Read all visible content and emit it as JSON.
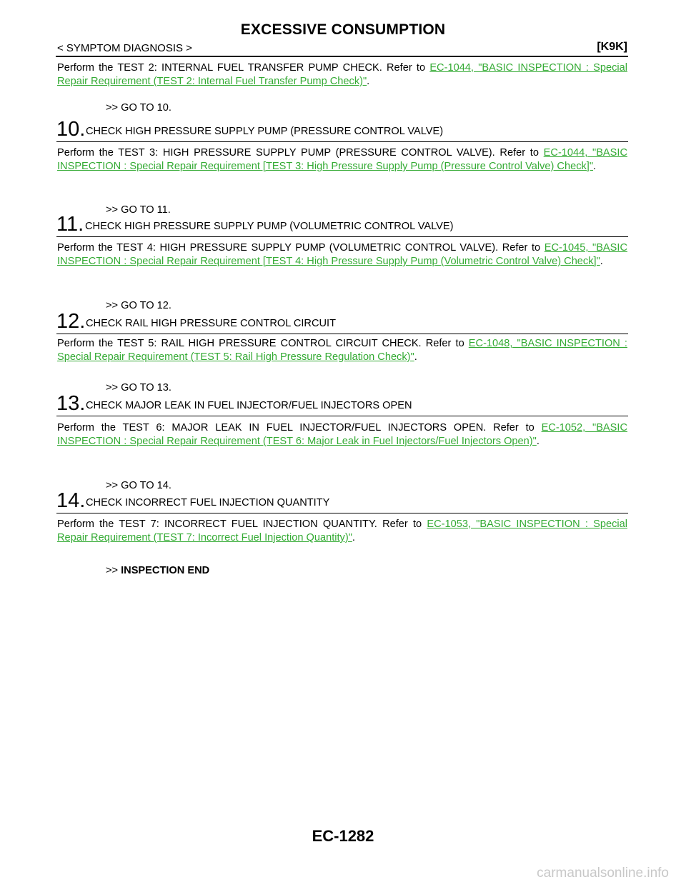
{
  "header": {
    "title": "EXCESSIVE CONSUMPTION",
    "section": "< SYMPTOM DIAGNOSIS >",
    "engine_code": "[K9K]"
  },
  "intro": {
    "text": "Perform the TEST 2: INTERNAL FUEL TRANSFER PUMP CHECK. Refer to ",
    "link": "EC-1044, \"BASIC INSPECTION : Special Repair Requirement (TEST 2: Internal Fuel Transfer Pump Check)\"",
    "end": ".",
    "goto": ">> GO TO 10."
  },
  "steps": [
    {
      "number": "10.",
      "title": "CHECK HIGH PRESSURE SUPPLY PUMP (PRESSURE CONTROL VALVE)",
      "text": "Perform the TEST 3: HIGH PRESSURE SUPPLY PUMP (PRESSURE CONTROL VALVE). Refer to ",
      "link": "EC-1044, \"BASIC INSPECTION : Special Repair Requirement [TEST 3: High Pressure Supply Pump (Pressure Control Valve) Check]\"",
      "end": ".",
      "goto": ">> GO TO 11."
    },
    {
      "number": "11.",
      "title": "CHECK HIGH PRESSURE SUPPLY PUMP (VOLUMETRIC CONTROL VALVE)",
      "text": "Perform the TEST 4: HIGH PRESSURE SUPPLY PUMP (VOLUMETRIC CONTROL VALVE). Refer to ",
      "link": "EC-1045, \"BASIC INSPECTION : Special Repair Requirement [TEST 4: High Pressure Supply Pump (Volumetric Control Valve) Check]\"",
      "end": ".",
      "goto": ">> GO TO 12."
    },
    {
      "number": "12.",
      "title": "CHECK RAIL HIGH PRESSURE CONTROL CIRCUIT",
      "text": "Perform the TEST 5: RAIL HIGH PRESSURE CONTROL CIRCUIT CHECK. Refer to ",
      "link": "EC-1048, \"BASIC INSPECTION : Special Repair Requirement (TEST 5: Rail High Pressure Regulation Check)\"",
      "end": ".",
      "goto": ">> GO TO 13."
    },
    {
      "number": "13.",
      "title": "CHECK MAJOR LEAK IN FUEL INJECTOR/FUEL INJECTORS OPEN",
      "text": "Perform the TEST 6: MAJOR LEAK IN FUEL INJECTOR/FUEL INJECTORS OPEN. Refer to ",
      "link": "EC-1052, \"BASIC INSPECTION : Special Repair Requirement (TEST 6: Major Leak in Fuel Injectors/Fuel Injectors Open)\"",
      "end": ".",
      "goto": ">> GO TO 14."
    },
    {
      "number": "14.",
      "title": "CHECK INCORRECT FUEL INJECTION QUANTITY",
      "text": "Perform the TEST 7: INCORRECT FUEL INJECTION QUANTITY. Refer to ",
      "link": "EC-1053, \"BASIC INSPECTION : Special Repair Requirement (TEST 7: Incorrect Fuel Injection Quantity)\"",
      "end": ".",
      "goto_prefix": ">> ",
      "goto_bold": "INSPECTION END"
    }
  ],
  "footer": {
    "page_number": "EC-1282"
  },
  "watermark": "carmanualsonline.info",
  "colors": {
    "link": "#33aa33"
  }
}
